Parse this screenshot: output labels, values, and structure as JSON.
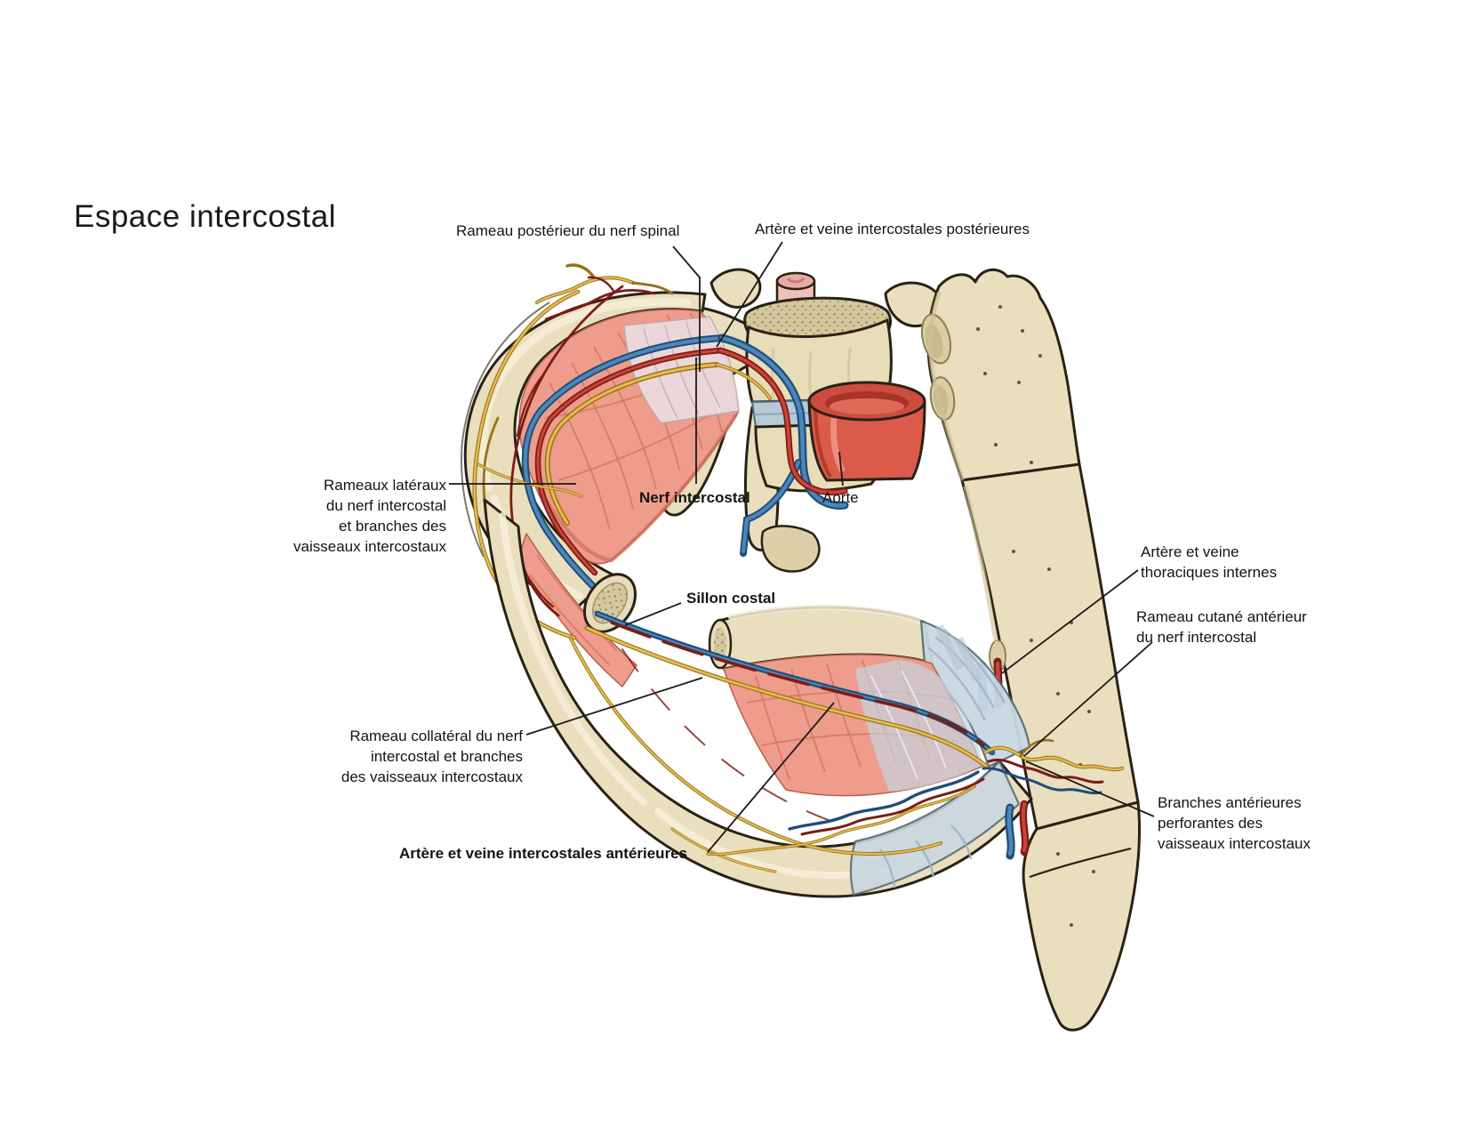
{
  "title": "Espace intercostal",
  "figure": {
    "type": "anatomical-diagram",
    "subject": "intercostal space cross-section with ribs, vertebra, sternum, vessels and nerves",
    "labels": {
      "rameau_posterieur": "Rameau postérieur du nerf spinal",
      "artere_veine_posterieures": "Artère et veine intercostales postérieures",
      "rameaux_lateraux": "Rameaux latéraux\ndu nerf intercostal\net branches des\nvaisseaux intercostaux",
      "nerf_intercostal": "Nerf intercostal",
      "aorte": "Aorte",
      "sillon_costal": "Sillon costal",
      "thoraciques_internes": "Artère et veine\nthoraciques internes",
      "rameau_cutane": "Rameau cutané antérieur\ndu nerf intercostal",
      "rameau_collateral": "Rameau collatéral du nerf\nintercostal et branches\ndes vaisseaux intercostaux",
      "artere_veine_anterieures": "Artère et veine intercostales antérieures",
      "branches_anterieures": "Branches antérieures\nperforantes des\nvaisseaux intercostaux"
    },
    "colors": {
      "background": "#ffffff",
      "bone": "#e9dfbe",
      "bone_shade": "#cfc094",
      "outline": "#2a2115",
      "muscle": "#ee9c8b",
      "muscle_fiber": "#d1705c",
      "cartilage": "#c9d8e2",
      "nerve_yellow": "#e9bd4f",
      "nerve_dark": "#97731b",
      "artery_red": "#c8453a",
      "artery_dark": "#7e1b15",
      "vein_blue": "#4f86b8",
      "vein_dark": "#1d4e7c",
      "aorta": "#db5a49",
      "spinal_cord": "#f2c0bb",
      "leader": "#1a1a1a"
    }
  }
}
